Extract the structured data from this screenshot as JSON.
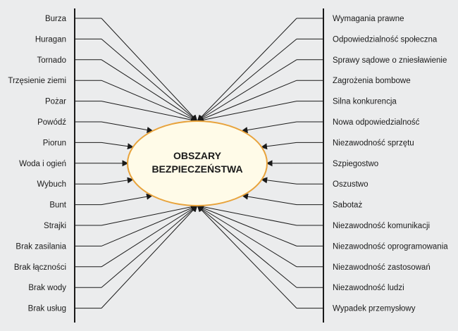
{
  "center": {
    "line1": "OBSZARY",
    "line2": "BEZPIECZEŃSTWA",
    "fill_color": "#fffbe8",
    "border_color": "#e8a33c"
  },
  "left_items": [
    "Burza",
    "Huragan",
    "Tornado",
    "Trzęsienie ziemi",
    "Pożar",
    "Powódź",
    "Piorun",
    "Woda i ogień",
    "Wybuch",
    "Bunt",
    "Strajki",
    "Brak zasilania",
    "Brak łączności",
    "Brak wody",
    "Brak usług"
  ],
  "right_items": [
    "Wymagania prawne",
    "Odpowiedzialność społeczna",
    "Sprawy sądowe o zniesławienie",
    "Zagrożenia bombowe",
    "Silna konkurencja",
    "Nowa odpowiedzialność",
    "Niezawodność sprzętu",
    "Szpiegostwo",
    "Oszustwo",
    "Sabotaż",
    "Niezawodność komunikacji",
    "Niezawodność oprogramowania",
    "Niezawodność zastosowań",
    "Niezawodność ludzi",
    "Wypadek przemysłowy"
  ],
  "colors": {
    "background": "#ebeced",
    "line": "#1a1a1a"
  }
}
